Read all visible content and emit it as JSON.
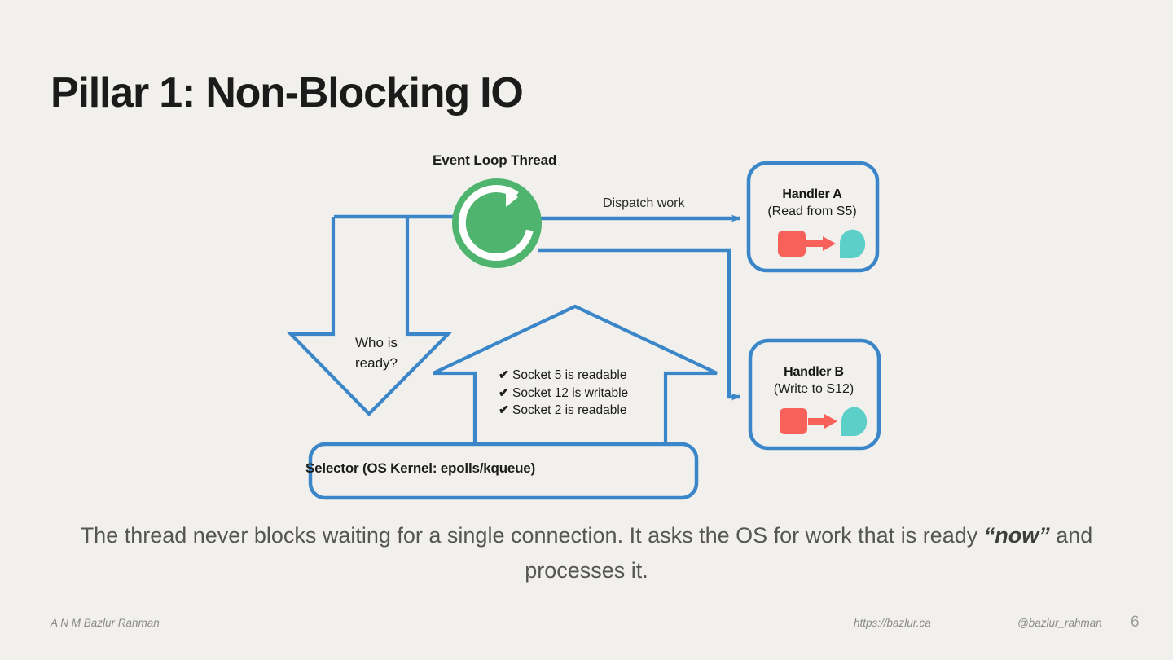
{
  "slide": {
    "title": "Pillar 1: Non-Blocking IO",
    "background_color": "#F1F0EC",
    "page_number": "6"
  },
  "diagram": {
    "accent_blue": "#3A86C8",
    "event_loop": {
      "label": "Event Loop Thread",
      "icon": "refresh-loop-icon",
      "icon_color": "#4FB46E"
    },
    "dispatch_label": "Dispatch work",
    "query_arrow_label": "Who is\nready?",
    "query_arrow_line1": "Who is",
    "query_arrow_line2": "ready?",
    "ready_list": {
      "check_glyph": "✔",
      "items": [
        "Socket 5 is readable",
        "Socket 12 is writable",
        "Socket 2 is readable"
      ]
    },
    "selector": {
      "label": "Selector (OS Kernel: epolls/kqueue)"
    },
    "handlers": [
      {
        "title": "Handler A",
        "subtitle": "(Read from S5)",
        "icon": "data-transfer-icon",
        "icon_source_color": "#F8615A",
        "icon_target_color": "#5CD0C8"
      },
      {
        "title": "Handler B",
        "subtitle": "(Write to S12)",
        "icon": "data-transfer-icon",
        "icon_source_color": "#F8615A",
        "icon_target_color": "#5CD0C8"
      }
    ]
  },
  "caption": {
    "part1": "The thread never blocks waiting for a single connection. It asks the OS for work that is ready ",
    "emphasis": "“now”",
    "part2": " and processes it."
  },
  "footer": {
    "author": "A N M Bazlur Rahman",
    "site": "https://bazlur.ca",
    "handle": "@bazlur_rahman",
    "page": "6"
  }
}
